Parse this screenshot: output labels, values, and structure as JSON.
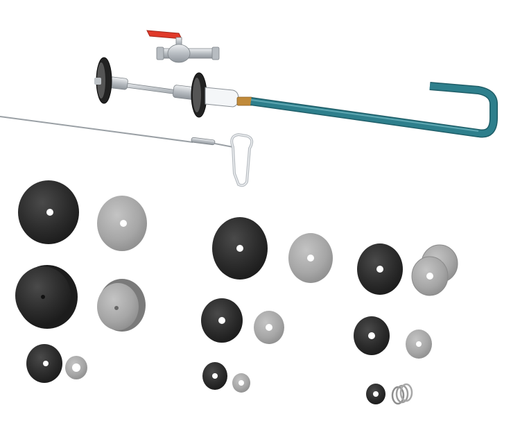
{
  "image": {
    "kind": "product-illustration",
    "background": "#ffffff",
    "colors": {
      "hose": "#2e7f8c",
      "hose_dark": "#1f5e68",
      "valve_handle": "#e03a2a",
      "steel": "#c8ccd0",
      "brass": "#c08a3a",
      "seal_black": "#2b2b2b",
      "seal_gray": "#a9a9a9"
    },
    "parts": {
      "ball_valve": {
        "icon": "ball-valve-icon"
      },
      "double_plug_assembly": {
        "icon": "pipe-plug-icon"
      },
      "hose": {
        "icon": "hose-icon"
      },
      "pull_cable": {
        "icon": "cable-icon"
      },
      "carabiner": {
        "icon": "carabiner-icon"
      }
    },
    "seal_groups": [
      {
        "name": "group-1",
        "seals": 6
      },
      {
        "name": "group-2",
        "seals": 6
      },
      {
        "name": "group-3",
        "seals": 7
      }
    ]
  }
}
